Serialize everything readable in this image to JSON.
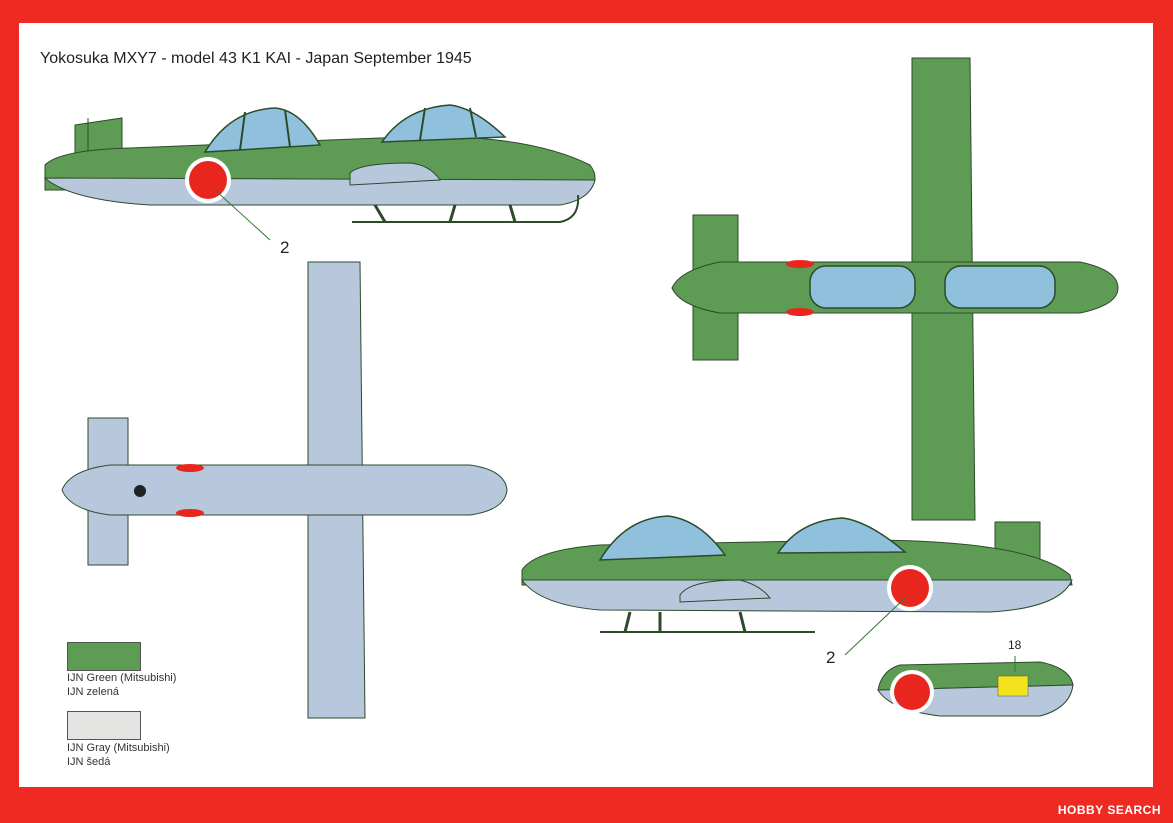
{
  "title": "Yokosuka MXY7 - model 43 K1 KAI - Japan September 1945",
  "callouts": {
    "side_top": "2",
    "side_bottom": "2",
    "stencil": "18"
  },
  "legend": [
    {
      "name": "IJN Green (Mitsubishi)",
      "czech": "IJN zelená",
      "color": "#5e9c55"
    },
    {
      "name": "IJN Gray (Mitsubishi)",
      "czech": "IJN šedá",
      "color": "#e3e3e1"
    }
  ],
  "colors": {
    "frame": "#ef2a22",
    "green": "#5e9c55",
    "underside": "#b7c8dd",
    "canopy": "#8fc1dc",
    "hinomaru": "#e8261d",
    "stencil": "#f3e31d"
  },
  "watermark": "HOBBY SEARCH"
}
